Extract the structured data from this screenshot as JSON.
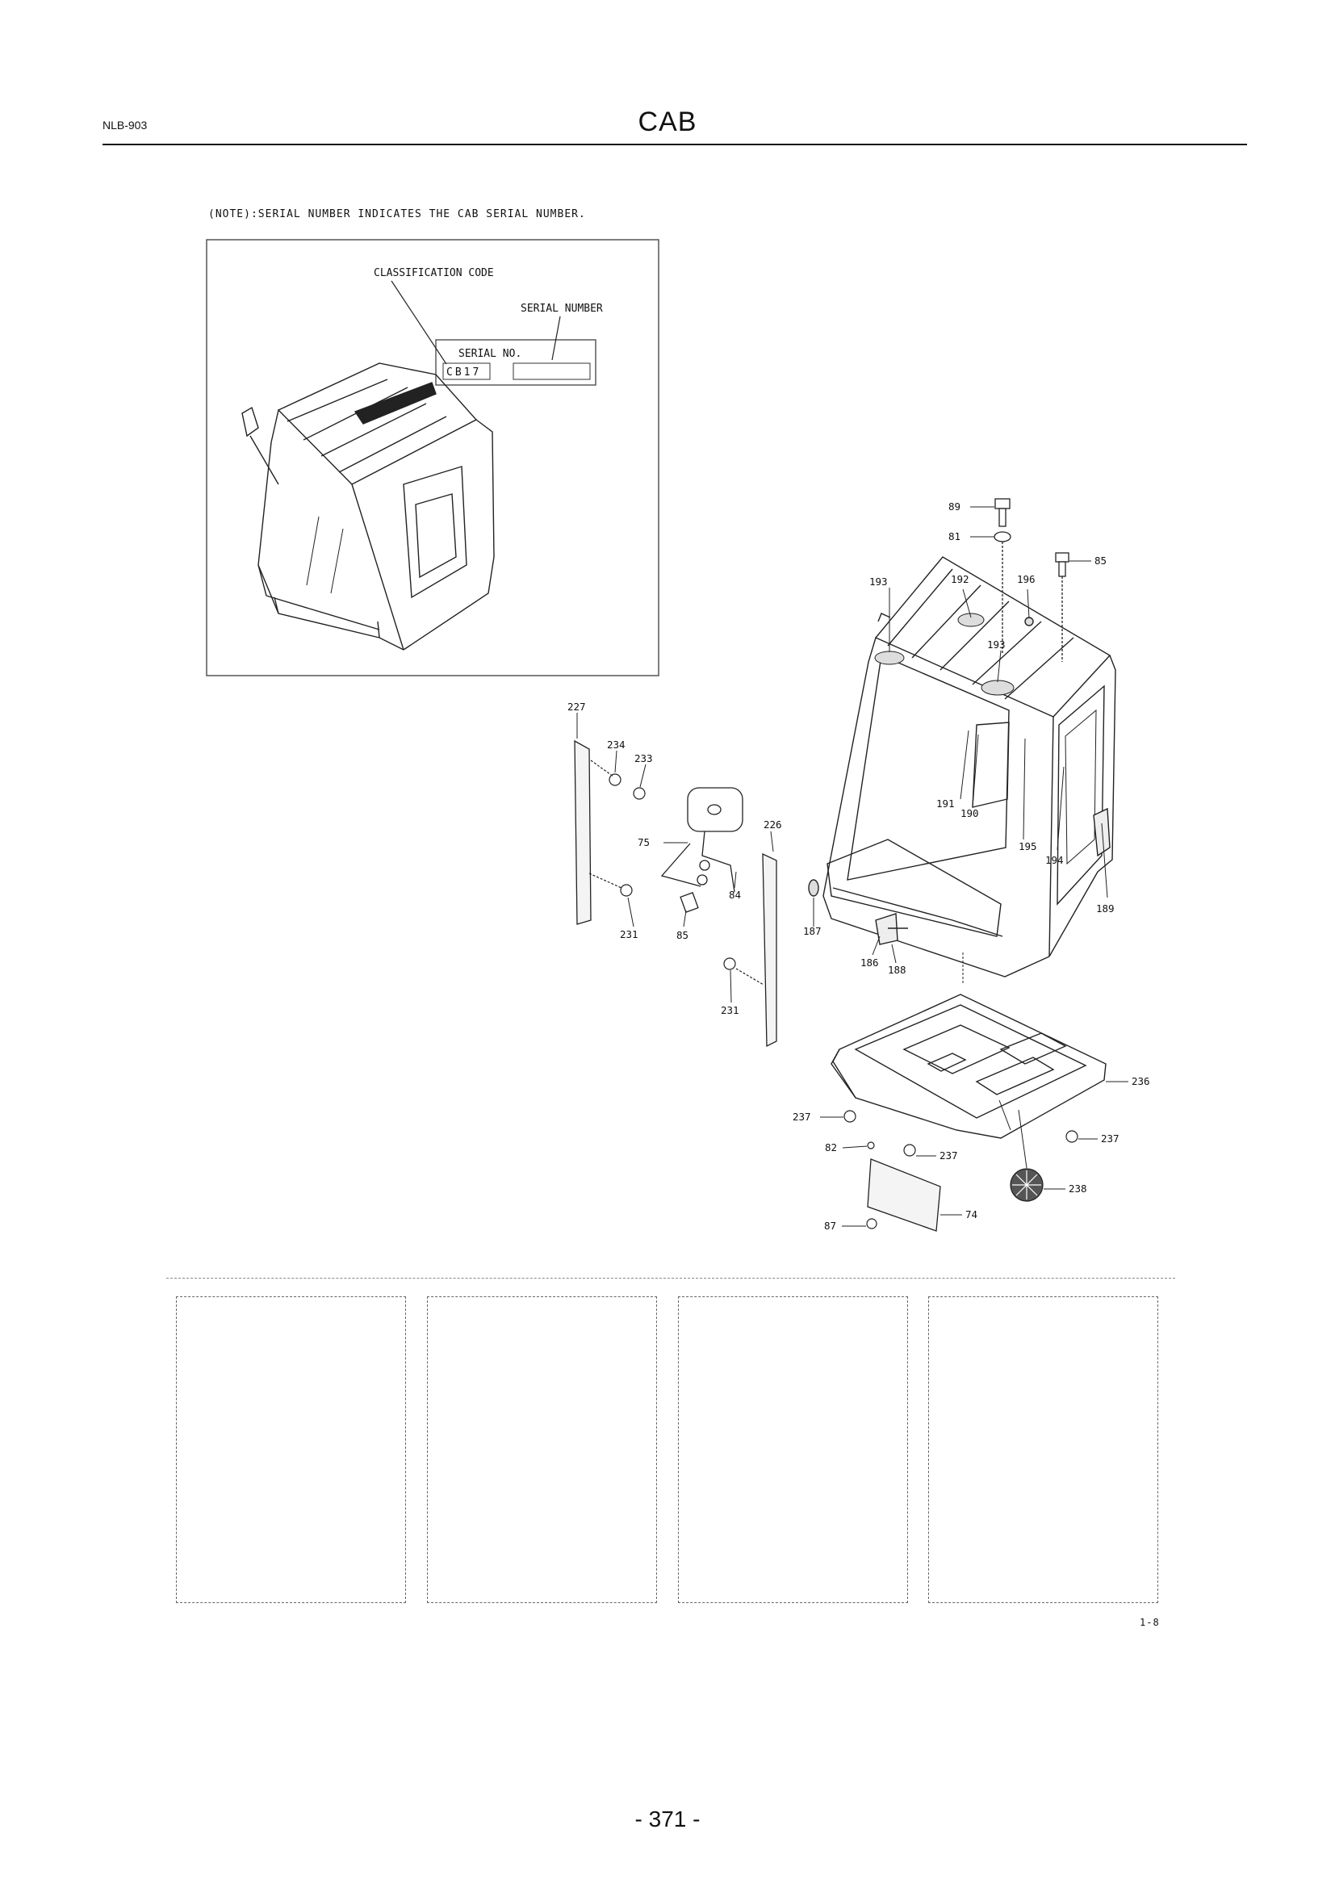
{
  "header": {
    "doc_code": "NLB-903",
    "title": "CAB"
  },
  "note": "(NOTE):SERIAL NUMBER INDICATES THE CAB SERIAL NUMBER.",
  "inset": {
    "classification_label": "CLASSIFICATION CODE",
    "serial_label": "SERIAL NUMBER",
    "plate_title": "SERIAL NO.",
    "plate_code": "CB17",
    "plate_serial": ""
  },
  "callouts": {
    "c89": "89",
    "c81": "81",
    "c85a": "85",
    "c193a": "193",
    "c192": "192",
    "c196": "196",
    "c193b": "193",
    "c191": "191",
    "c190": "190",
    "c195": "195",
    "c194": "194",
    "c189": "189",
    "c187": "187",
    "c186": "186",
    "c188": "188",
    "c227": "227",
    "c234": "234",
    "c233": "233",
    "c75": "75",
    "c226": "226",
    "c84": "84",
    "c85b": "85",
    "c231a": "231",
    "c231b": "231",
    "c236": "236",
    "c237a": "237",
    "c237b": "237",
    "c237c": "237",
    "c82": "82",
    "c238": "238",
    "c74": "74",
    "c87": "87"
  },
  "figure_code": "1-8",
  "footer": {
    "page_number": "- 371 -"
  }
}
